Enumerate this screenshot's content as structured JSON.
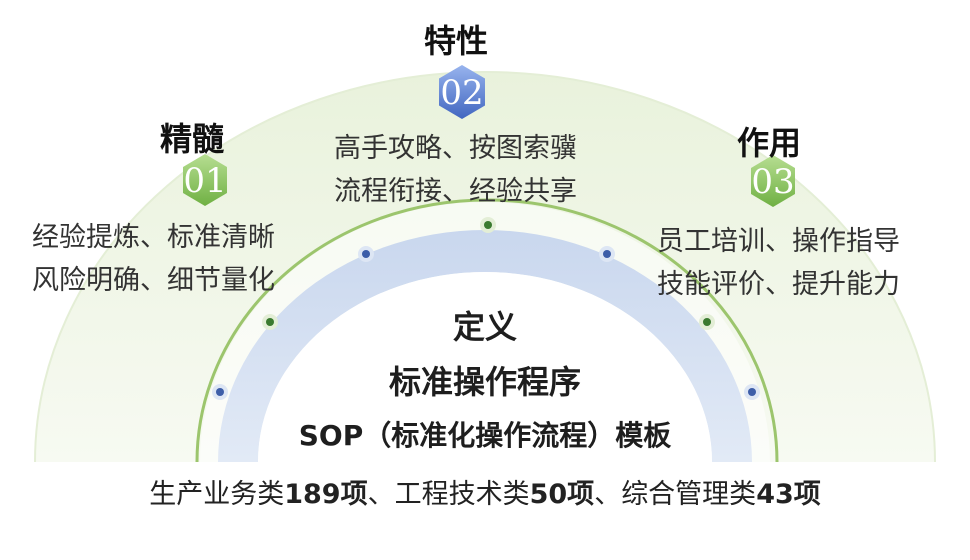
{
  "definition": {
    "title": "定义",
    "name": "标准操作程序",
    "subtitle": "SOP（标准化操作流程）模板"
  },
  "sections": [
    {
      "number": "01",
      "heading": "精髓",
      "lines": [
        "经验提炼、标准清晰",
        "风险明确、细节量化"
      ]
    },
    {
      "number": "02",
      "heading": "特性",
      "lines": [
        "高手攻略、按图索骥",
        "流程衔接、经验共享"
      ]
    },
    {
      "number": "03",
      "heading": "作用",
      "lines": [
        "员工培训、操作指导",
        "技能评价、提升能力"
      ]
    }
  ],
  "footer": [
    {
      "label": "生产业务类",
      "count": "189项",
      "sep": "、"
    },
    {
      "label": "工程技术类",
      "count": "50项",
      "sep": "、"
    },
    {
      "label": "综合管理类",
      "count": "43项",
      "sep": ""
    }
  ],
  "colors": {
    "outer_arc": "#eef4e2",
    "inner_arc": "#d3dff0",
    "green_line": "#9cc56d",
    "hex_green": "#8cc760",
    "hex_blue": "#5b7fd3",
    "dot_blue": "#3d5ea8",
    "dot_green": "#3a7a2f"
  }
}
